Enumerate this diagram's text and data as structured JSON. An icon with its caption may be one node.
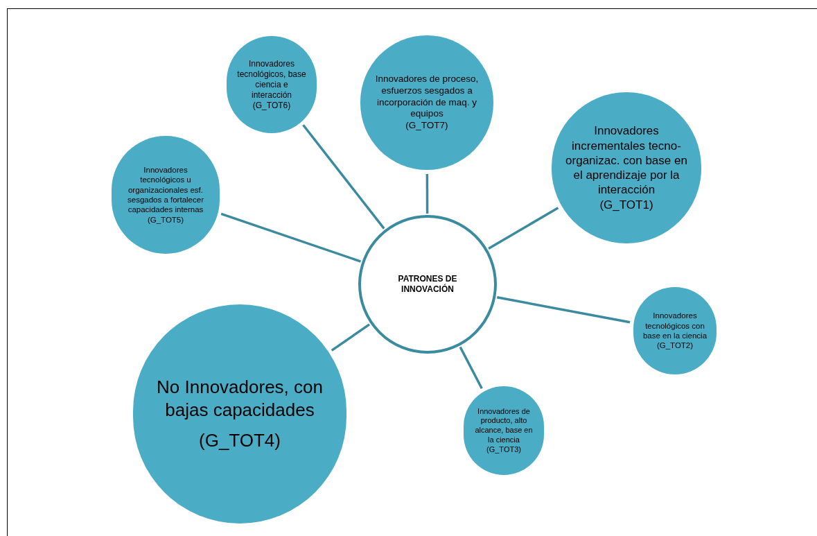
{
  "diagram": {
    "nodes": [
      {
        "text": [
          "Innovadores tecnológicos, base ciencia e interacción",
          "(G_TOT6)"
        ]
      },
      {
        "text": [
          "Innovadores de proceso, esfuerzos sesgados a incorporación de maq. y equipos",
          "(G_TOT7)"
        ]
      },
      {
        "text": [
          "Innovadores incrementales tecno-organizac. con base en el aprendizaje por la interacción",
          "(G_TOT1)"
        ]
      },
      {
        "text": [
          "Innovadores tecnológicos u organizacionales esf. sesgados a fortalecer capacidades internas",
          "(G_TOT5)"
        ]
      },
      {
        "text": [
          "PATRONES DE INNOVACIÓN"
        ]
      },
      {
        "text": [
          "Innovadores tecnológicos con base en la ciencia",
          "(G_TOT2)"
        ]
      },
      {
        "text": [
          "No Innovadores, con bajas capacidades",
          "(G_TOT4)"
        ]
      },
      {
        "text": [
          "Innovadores de producto, alto alcance, base en la ciencia",
          "(G_TOT3)"
        ]
      }
    ],
    "edges": [
      {
        "from": 4,
        "to": 0,
        "arrow": "none"
      },
      {
        "from": 4,
        "to": 1,
        "arrow": "none"
      },
      {
        "from": 4,
        "to": 2,
        "arrow": "none"
      },
      {
        "from": 4,
        "to": 3,
        "arrow": "none"
      },
      {
        "from": 4,
        "to": 5,
        "arrow": "none"
      },
      {
        "from": 4,
        "to": 6,
        "arrow": "none"
      },
      {
        "from": 4,
        "to": 7,
        "arrow": "none"
      }
    ]
  }
}
